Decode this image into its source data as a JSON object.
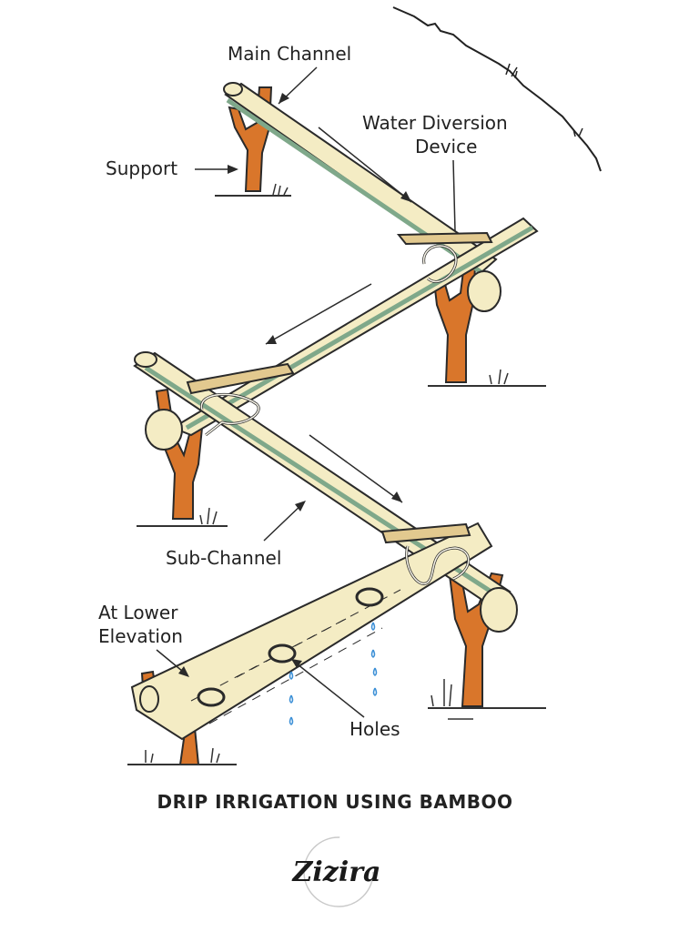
{
  "labels": {
    "main_channel": "Main Channel",
    "water_diversion_line1": "Water Diversion",
    "water_diversion_line2": "Device",
    "support": "Support",
    "sub_channel": "Sub-Channel",
    "lower_elevation_line1": "At Lower",
    "lower_elevation_line2": "Elevation",
    "holes": "Holes"
  },
  "title": "DRIP IRRIGATION USING BAMBOO",
  "logo": {
    "text": "Zizira"
  },
  "colors": {
    "bamboo_fill": "#f4ecc4",
    "bamboo_stroke": "#2a2a2a",
    "bamboo_cut_edge": "#7fa88a",
    "support_wood": "#d9762b",
    "diverter_wood": "#e2c98f",
    "water_drop": "#3b8fd6",
    "grass": "#333333"
  }
}
